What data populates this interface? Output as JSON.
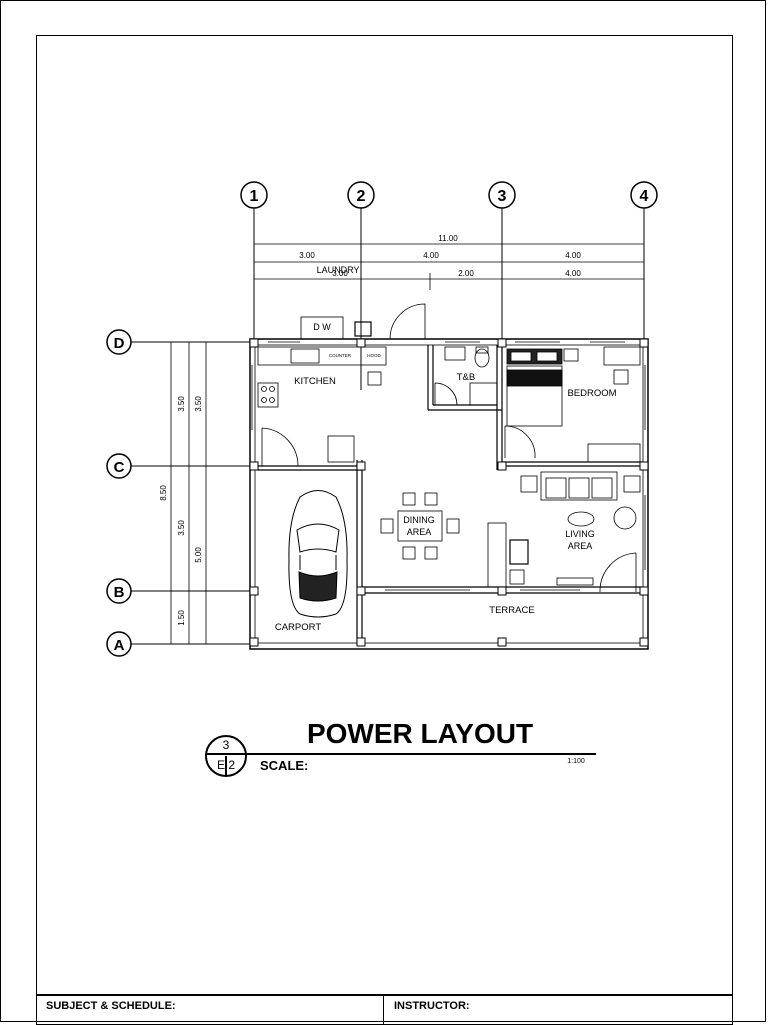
{
  "grid": {
    "columns": [
      "1",
      "2",
      "3",
      "4"
    ],
    "rows": [
      "D",
      "C",
      "B",
      "A"
    ]
  },
  "dimensions": {
    "overall": "11.00",
    "row1": [
      "3.00",
      "4.00",
      "4.00"
    ],
    "row2": [
      "3.00",
      "2.00",
      "4.00"
    ],
    "vertical_outer": "8.50",
    "vertical_mid": [
      "3.50",
      "3.50",
      "1.50"
    ],
    "vertical_inner": [
      "3.50",
      "5.00"
    ]
  },
  "rooms": {
    "laundry": "LAUNDRY",
    "kitchen": "KITCHEN",
    "tb": "T&B",
    "bedroom": "BEDROOM",
    "dining_1": "DINING",
    "dining_2": "AREA",
    "living_1": "LIVING",
    "living_2": "AREA",
    "terrace": "TERRACE",
    "carport": "CARPORT",
    "dw": "D W",
    "counter": "COUNTER",
    "hood": "HOOD"
  },
  "title": {
    "main": "POWER LAYOUT",
    "scale_label": "SCALE:",
    "scale_value": "1:100",
    "sheet_number": "3",
    "sheet_code": "E 2"
  },
  "title_block": {
    "subject": "SUBJECT & SCHEDULE:",
    "instructor": "INSTRUCTOR:"
  }
}
